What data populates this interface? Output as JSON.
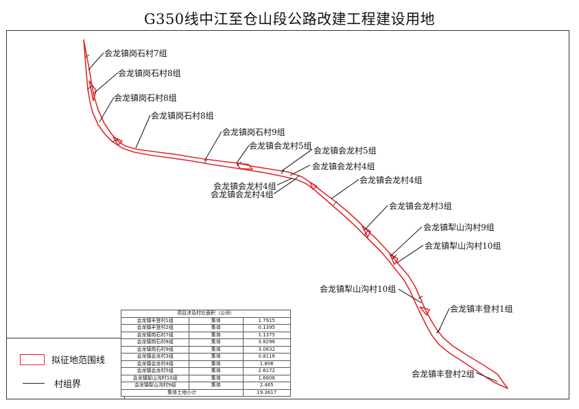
{
  "title": "G350线中江至仓山段公路改建工程建设用地",
  "colors": {
    "boundary": "#e0262a",
    "leader": "#222222"
  },
  "labels": [
    "会龙镇岗石村7组",
    "会龙镇岗石村8组",
    "会龙镇岗石村8组",
    "会龙镇岗石村8组",
    "会龙镇岗石村9组",
    "会龙镇会龙村5组",
    "会龙镇会龙村5组",
    "会龙镇会龙村4组",
    "会龙镇会龙村4组",
    "会龙镇会龙村4组",
    "会龙镇会龙村4组",
    "会龙镇会龙村3组",
    "会龙镇犁山沟村9组",
    "会龙镇犁山沟村10组",
    "会龙镇犁山沟村10组",
    "会龙镇丰登村1组",
    "会龙镇丰登村2组"
  ],
  "legend": {
    "area_label": "拟征地范围线",
    "line_label": "村组界"
  },
  "table": {
    "title": "项目涉及村社面积（公顷）",
    "rows": [
      [
        "会龙镇丰登村1组",
        "集体",
        "1.7915"
      ],
      [
        "会龙镇丰登村2组",
        "集体",
        "0.1395"
      ],
      [
        "会龙镇岗石村7组",
        "集体",
        "1.1375"
      ],
      [
        "会龙镇岗石村8组",
        "集体",
        "3.8296"
      ],
      [
        "会龙镇岗石村9组",
        "集体",
        "3.0832"
      ],
      [
        "会龙镇会龙村3组",
        "集体",
        "0.8116"
      ],
      [
        "会龙镇会龙村4组",
        "集体",
        "1.806"
      ],
      [
        "会龙镇会龙村5组",
        "集体",
        "2.6172"
      ],
      [
        "会龙镇犁山沟村10组",
        "集体",
        "1.6806"
      ],
      [
        "会龙镇犁山沟村9组",
        "集体",
        "2.465"
      ]
    ],
    "total_label": "集体土地小计",
    "total_value": "19.3617"
  }
}
